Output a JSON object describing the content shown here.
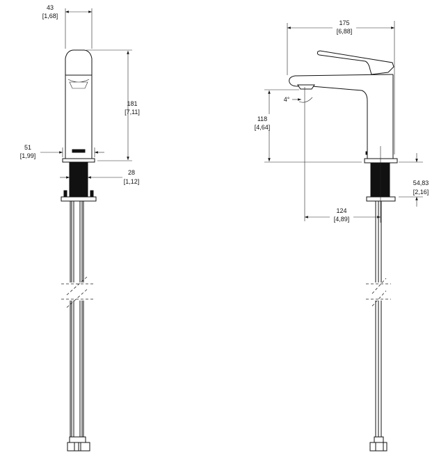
{
  "front_view": {
    "width": {
      "mm": "43",
      "in": "[1,68]"
    },
    "height": {
      "mm": "181",
      "in": "[7,11]"
    },
    "base": {
      "mm": "51",
      "in": "[1,99]"
    },
    "shank": {
      "mm": "28",
      "in": "[1,12]"
    }
  },
  "side_view": {
    "length": {
      "mm": "175",
      "in": "[6,88]"
    },
    "spout_height": {
      "mm": "118",
      "in": "[4,64]"
    },
    "angle": "4°",
    "reach": {
      "mm": "124",
      "in": "[4,89]"
    },
    "shank_length": {
      "mm": "54,83",
      "in": "[2,16]"
    }
  }
}
